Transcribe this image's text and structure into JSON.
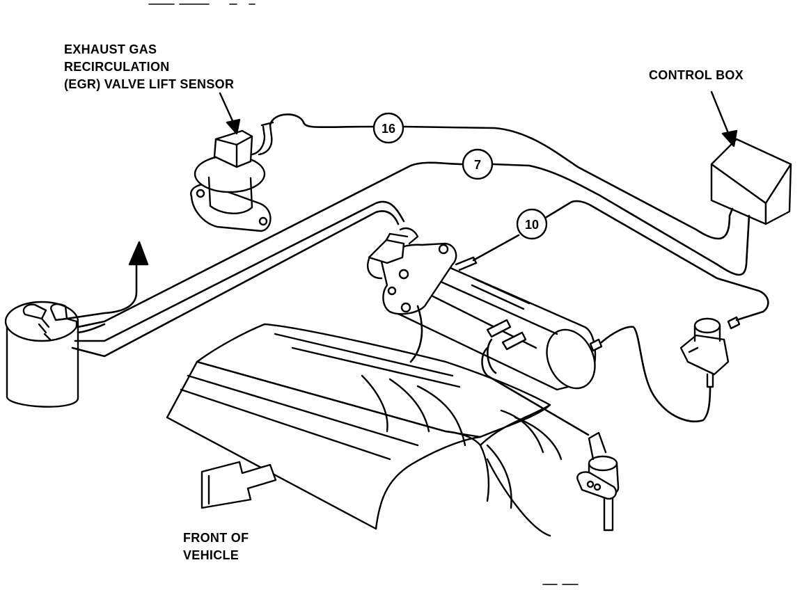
{
  "labels": {
    "egr_line1": "EXHAUST GAS",
    "egr_line2": "RECIRCULATION",
    "egr_line3": "(EGR) VALVE LIFT SENSOR",
    "control_box": "CONTROL BOX",
    "front_line1": "FRONT OF",
    "front_line2": "VEHICLE"
  },
  "hose_numbers": {
    "hose_16": "16",
    "hose_7": "7",
    "hose_10": "10"
  },
  "colors": {
    "ink": "#000000",
    "paper": "#ffffff"
  }
}
